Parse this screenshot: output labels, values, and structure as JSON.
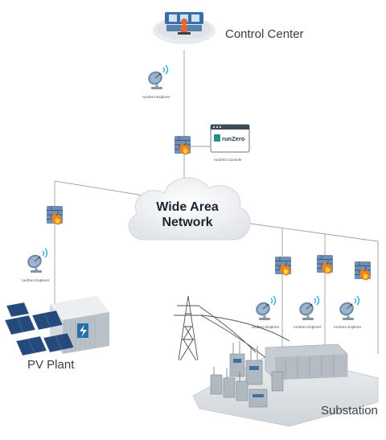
{
  "nodes": {
    "control_center": "Control Center",
    "wan_line1": "Wide Area",
    "wan_line2": "Network",
    "pv_plant": "PV Plant",
    "substation": "Substation",
    "explorer_label": "runZero Explorer",
    "console_label": "runZero Console",
    "console_brand": "runZero"
  },
  "colors": {
    "line": "#9aa0a6",
    "firewall_brick": "#5b7fa6",
    "flame_outer": "#f0821e",
    "flame_inner": "#ffd23a",
    "cloud": "#f2f3f5",
    "console_teal": "#2a8c8a"
  }
}
